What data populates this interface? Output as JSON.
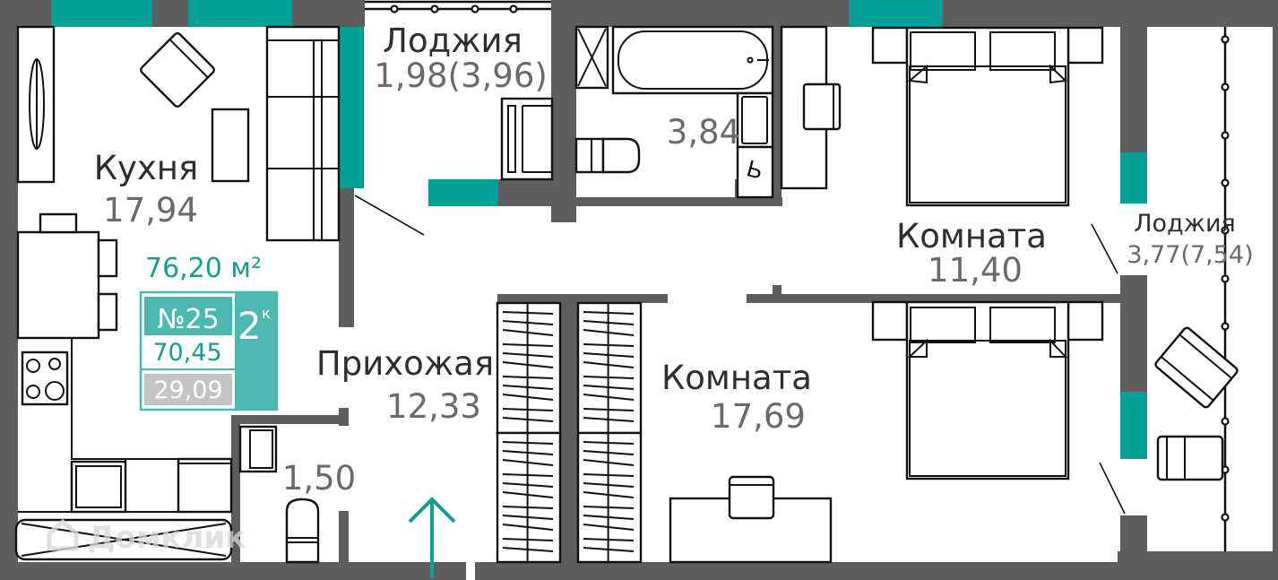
{
  "plan": {
    "total_area": "76,20 м²",
    "badge": {
      "apartment_number": "№25",
      "rooms": "2",
      "rooms_suffix": "к",
      "living_area_total": "70,45",
      "living_rooms_area": "29,09"
    },
    "rooms": [
      {
        "id": "kitchen",
        "name": "Кухня",
        "area": "17,94"
      },
      {
        "id": "loggia-top",
        "name": "Лоджия",
        "area": "1,98(3,96)"
      },
      {
        "id": "bathroom",
        "name": "",
        "area": "3,84"
      },
      {
        "id": "bedroom-1",
        "name": "Комната",
        "area": "11,40"
      },
      {
        "id": "loggia-right",
        "name": "Лоджия",
        "area": "3,77(7,54)"
      },
      {
        "id": "hallway",
        "name": "Прихожая",
        "area": "12,33"
      },
      {
        "id": "bedroom-2",
        "name": "Комната",
        "area": "17,69"
      },
      {
        "id": "wc",
        "name": "",
        "area": "1,50"
      }
    ],
    "entrance_icon": "entrance-arrow-icon",
    "colors": {
      "wall": "#5e5e5e",
      "window": "#00a09a",
      "accent": "#1a9a90",
      "badge_fill": "#4cb8b0",
      "badge_grey": "#c4c4c4"
    },
    "watermark": "Домклик"
  }
}
